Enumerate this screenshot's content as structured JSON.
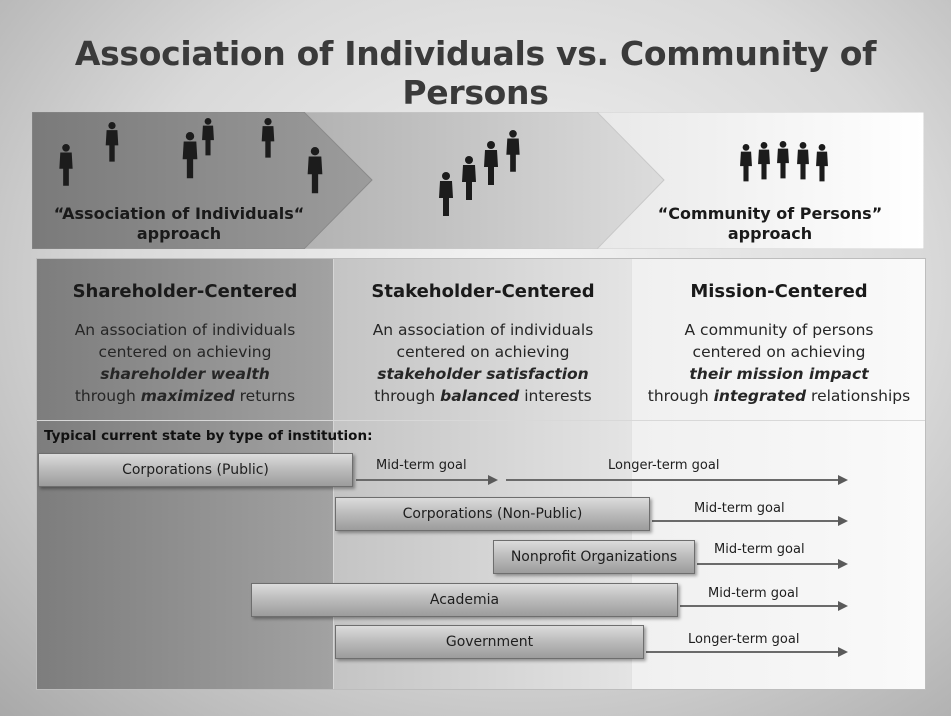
{
  "title": "Association of Individuals vs. Community of Persons",
  "band": {
    "left_label": "“Association of Individuals“ approach",
    "right_label": "“Community of Persons” approach"
  },
  "columns": [
    {
      "heading": "Shareholder-Centered",
      "line1": "An association of individuals",
      "line2": "centered on achieving",
      "emph1": "shareholder wealth",
      "line4a": "through ",
      "emph2": "maximized",
      "line4b": " returns"
    },
    {
      "heading": "Stakeholder-Centered",
      "line1": "An association of individuals",
      "line2": "centered on achieving",
      "emph1": "stakeholder satisfaction",
      "line4a": "through ",
      "emph2": "balanced",
      "line4b": " interests"
    },
    {
      "heading": "Mission-Centered",
      "line1": "A community of persons",
      "line2": "centered on achieving",
      "emph1": "their mission impact",
      "line4a": "through ",
      "emph2": "integrated",
      "line4b": " relationships"
    }
  ],
  "typical_label": "Typical current state by type of institution:",
  "institutions": [
    {
      "name": "Corporations (Public)",
      "goals": [
        "Mid-term goal",
        "Longer-term goal"
      ]
    },
    {
      "name": "Corporations (Non-Public)",
      "goals": [
        "Mid-term goal"
      ]
    },
    {
      "name": "Nonprofit Organizations",
      "goals": [
        "Mid-term goal"
      ]
    },
    {
      "name": "Academia",
      "goals": [
        "Mid-term goal"
      ]
    },
    {
      "name": "Government",
      "goals": [
        "Longer-term goal"
      ]
    }
  ]
}
